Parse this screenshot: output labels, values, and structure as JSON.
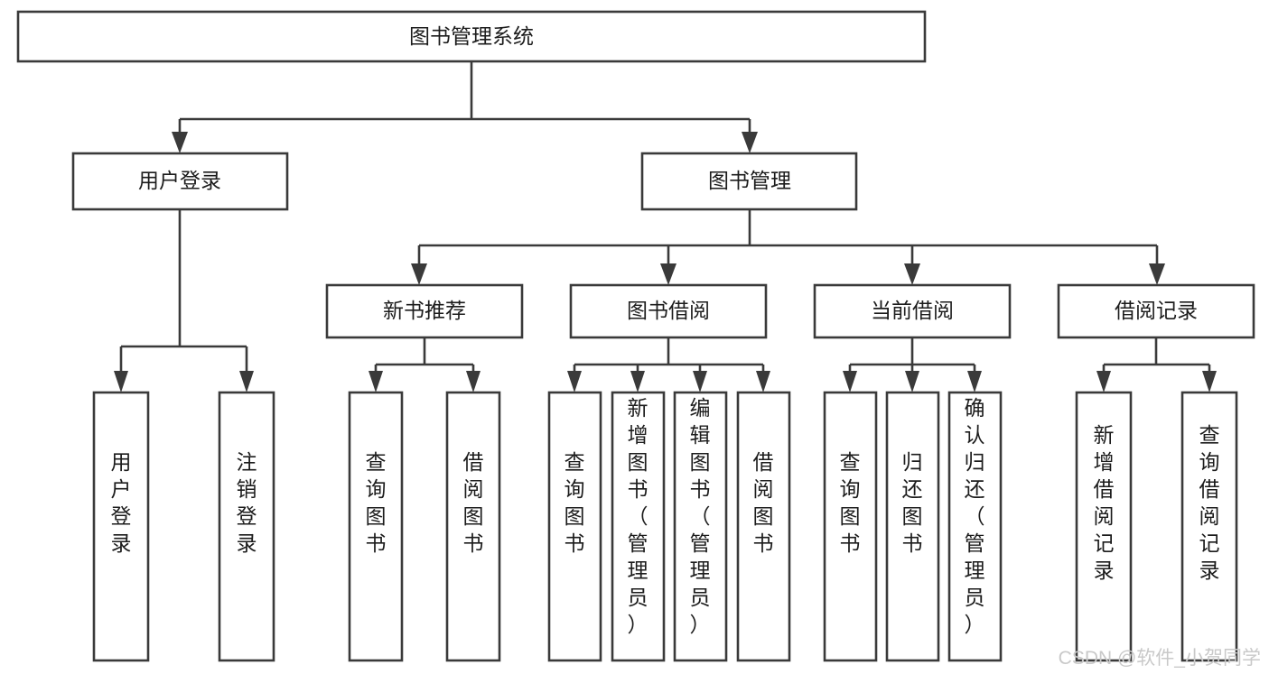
{
  "diagram": {
    "type": "hierarchy-tree",
    "title": "图书管理系统",
    "watermark": "CSDN @软件_小贺同学",
    "colors": {
      "box_stroke": "#3a3a3a",
      "box_fill": "#ffffff",
      "text": "#1c1c1c",
      "watermark": "#c9c9c9",
      "background": "#ffffff"
    },
    "levels": {
      "root": {
        "label": "图书管理系统"
      },
      "level2": [
        {
          "id": "user-login",
          "label": "用户登录"
        },
        {
          "id": "book-management",
          "label": "图书管理"
        }
      ],
      "level3": [
        {
          "id": "new-book-recommend",
          "label": "新书推荐",
          "parent": "book-management"
        },
        {
          "id": "book-borrow",
          "label": "图书借阅",
          "parent": "book-management"
        },
        {
          "id": "current-borrow",
          "label": "当前借阅",
          "parent": "book-management"
        },
        {
          "id": "borrow-record",
          "label": "借阅记录",
          "parent": "book-management"
        }
      ],
      "leaves": [
        {
          "id": "leaf-user-login",
          "label": "用户登录",
          "parent": "user-login"
        },
        {
          "id": "leaf-logout-login",
          "label": "注销登录",
          "parent": "user-login"
        },
        {
          "id": "leaf-query-book-1",
          "label": "查询图书",
          "parent": "new-book-recommend"
        },
        {
          "id": "leaf-borrow-book-1",
          "label": "借阅图书",
          "parent": "new-book-recommend"
        },
        {
          "id": "leaf-query-book-2",
          "label": "查询图书",
          "parent": "book-borrow"
        },
        {
          "id": "leaf-add-book",
          "label": "新增图书（管理员）",
          "parent": "book-borrow"
        },
        {
          "id": "leaf-edit-book",
          "label": "编辑图书（管理员）",
          "parent": "book-borrow"
        },
        {
          "id": "leaf-borrow-book-2",
          "label": "借阅图书",
          "parent": "book-borrow"
        },
        {
          "id": "leaf-query-book-3",
          "label": "查询图书",
          "parent": "current-borrow"
        },
        {
          "id": "leaf-return-book",
          "label": "归还图书",
          "parent": "current-borrow"
        },
        {
          "id": "leaf-confirm-return",
          "label": "确认归还（管理员）",
          "parent": "current-borrow"
        },
        {
          "id": "leaf-add-record",
          "label": "新增借阅记录",
          "parent": "borrow-record"
        },
        {
          "id": "leaf-query-record",
          "label": "查询借阅记录",
          "parent": "borrow-record"
        }
      ]
    }
  }
}
